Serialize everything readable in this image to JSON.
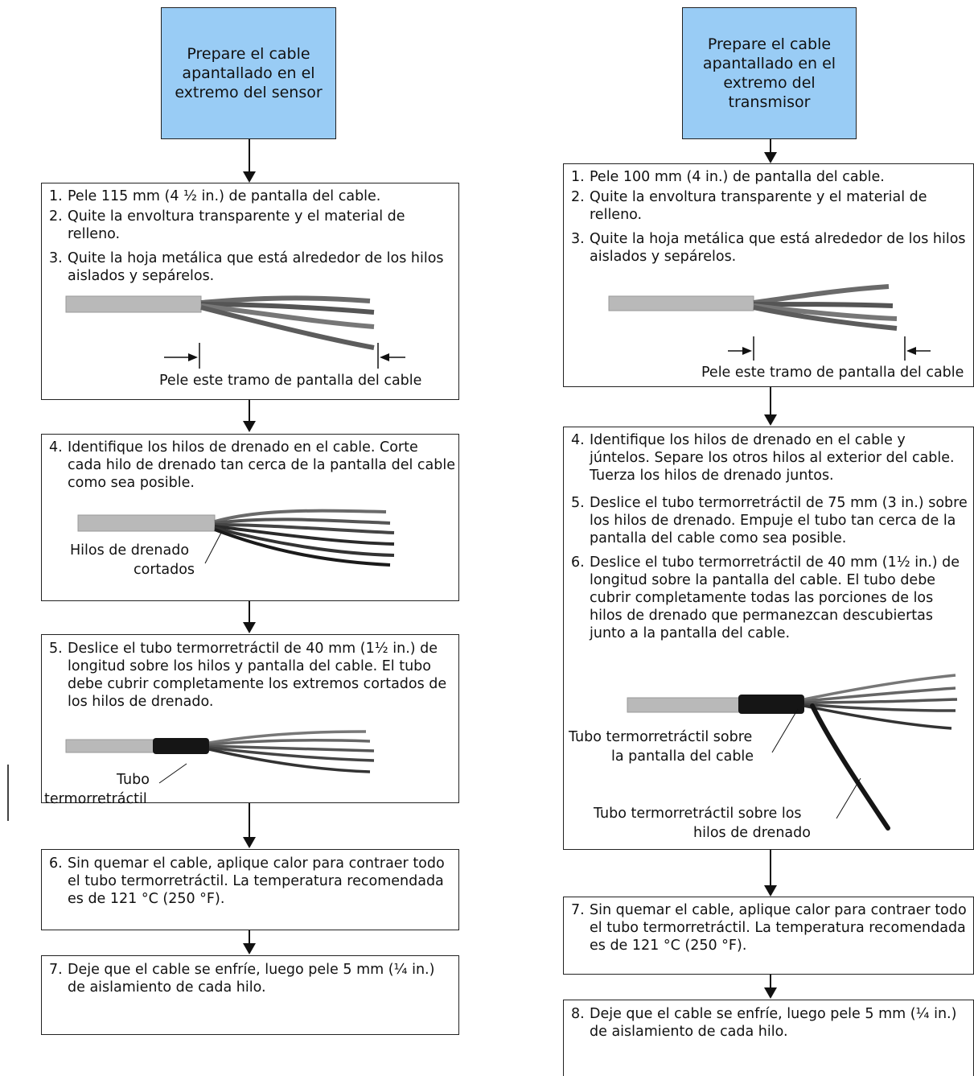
{
  "left": {
    "header": "Prepare el cable apantallado en el extremo del sensor",
    "box1_steps": [
      {
        "num": "1.",
        "text": "Pele 115 mm (4 ½ in.) de pantalla del cable."
      },
      {
        "num": "2.",
        "text": "Quite la envoltura transparente y el material de relleno."
      },
      {
        "num": "3.",
        "text": "Quite la hoja metálica que está alrededor de los hilos aislados y sepárelos."
      }
    ],
    "box1_caption": "Pele este tramo de pantalla del cable",
    "box2_step": {
      "num": "4.",
      "text": "Identifique los hilos de drenado en el cable. Corte cada hilo de drenado tan cerca de la pantalla del cable como sea posible."
    },
    "box2_label": [
      "Hilos de drenado",
      "cortados"
    ],
    "box3_step": {
      "num": "5.",
      "text": "Deslice el tubo termorretráctil de 40 mm (1½ in.) de longitud sobre los hilos y pantalla del cable. El tubo debe cubrir completamente los extremos cortados de los hilos de drenado."
    },
    "box3_label": [
      "Tubo",
      "termorretráctil"
    ],
    "box4_step": {
      "num": "6.",
      "text": "Sin quemar el cable, aplique calor para contraer todo el tubo termorretráctil. La temperatura recomendada es de 121 °C (250 °F)."
    },
    "box5_step": {
      "num": "7.",
      "text": "Deje que el cable se enfríe, luego pele 5 mm (¼ in.) de aislamiento de cada hilo."
    }
  },
  "right": {
    "header": "Prepare el cable apantallado en el extremo del transmisor",
    "box1_steps": [
      {
        "num": "1.",
        "text": "Pele 100 mm (4 in.) de pantalla del cable."
      },
      {
        "num": "2.",
        "text": "Quite la envoltura transparente y el material de relleno."
      },
      {
        "num": "3.",
        "text": "Quite la hoja metálica que está alrededor de los hilos aislados y sepárelos."
      }
    ],
    "box1_caption": "Pele este tramo de pantalla del cable",
    "box2_steps": [
      {
        "num": "4.",
        "text": "Identifique los hilos de drenado en el cable y júntelos. Separe los otros hilos al exterior del cable. Tuerza los hilos de drenado juntos."
      },
      {
        "num": "5.",
        "text": "Deslice el tubo termorretráctil de 75 mm (3 in.) sobre los hilos de drenado. Empuje el tubo tan cerca de la pantalla del cable como sea posible."
      },
      {
        "num": "6.",
        "text": "Deslice el tubo termorretráctil de 40 mm (1½ in.) de longitud sobre la pantalla del cable. El tubo debe cubrir completamente todas las porciones de los hilos de drenado que permanezcan descubiertas junto a la pantalla del cable."
      }
    ],
    "box2_label1": [
      "Tubo termorretráctil sobre",
      "la pantalla del cable"
    ],
    "box2_label2": [
      "Tubo termorretráctil sobre los",
      "hilos de drenado"
    ],
    "box3_step": {
      "num": "7.",
      "text": "Sin quemar el cable, aplique calor para contraer todo el tubo termorretráctil. La temperatura recomendada es de 121 °C (250 °F)."
    },
    "box4_step": {
      "num": "8.",
      "text": "Deje que el cable se enfríe, luego pele 5 mm (¼ in.) de aislamiento de cada hilo."
    }
  },
  "colors": {
    "header_fill": "#99ccf5",
    "border": "#222222",
    "jacket": "#b8b8b8",
    "shrink_tube": "#151515"
  }
}
